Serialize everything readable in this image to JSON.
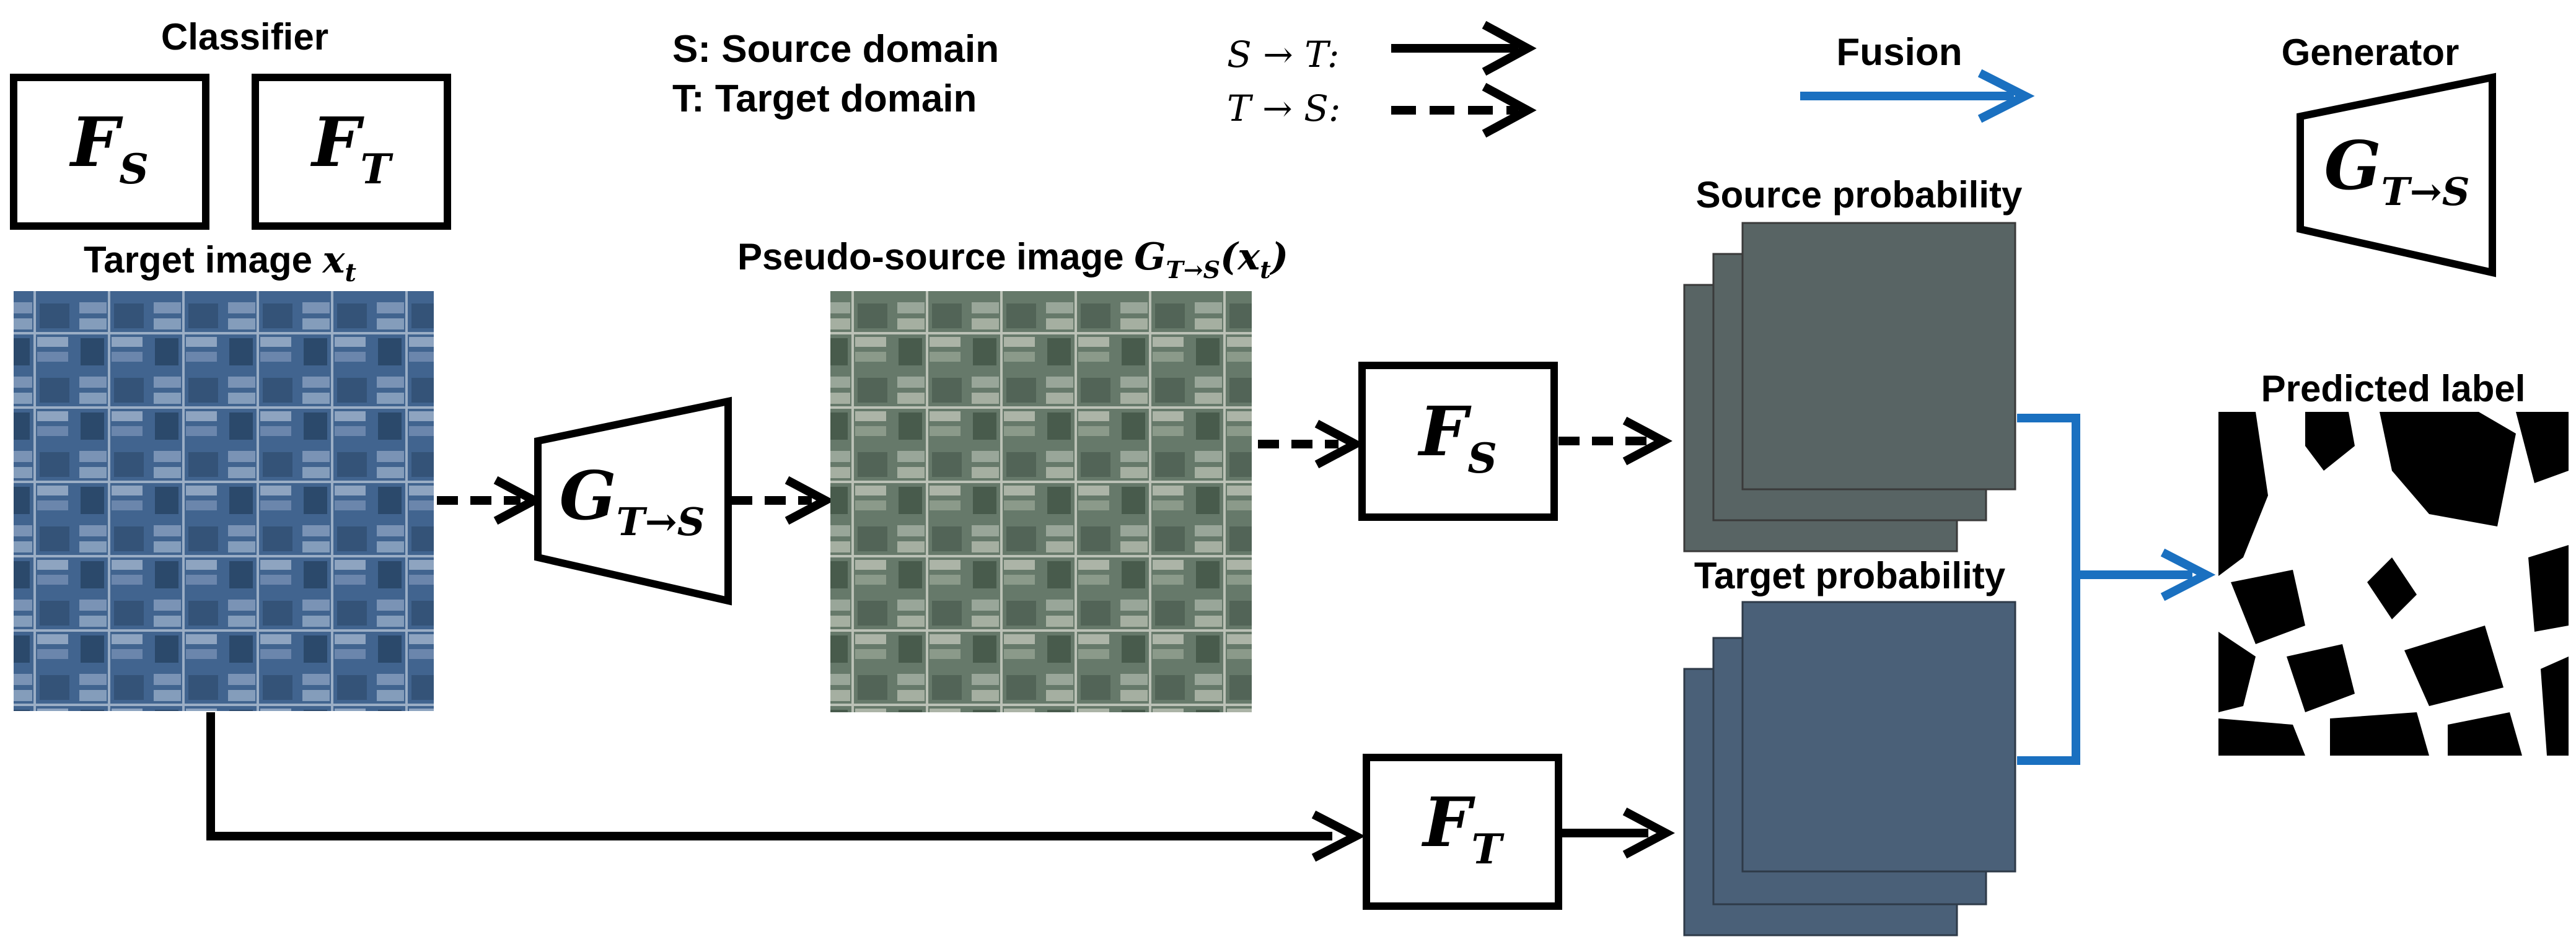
{
  "legend": {
    "classifier_title": "Classifier",
    "classifier_boxes": [
      {
        "base": "F",
        "sub": "S"
      },
      {
        "base": "F",
        "sub": "T"
      }
    ],
    "domain_lines": [
      "S: Source domain",
      "T: Target domain"
    ],
    "arrow_s_to_t": "S → T:",
    "arrow_t_to_s": "T → S:",
    "fusion_label": "Fusion",
    "generator_title": "Generator",
    "generator_symbol": {
      "base": "G",
      "sub": "T→S"
    }
  },
  "colors": {
    "fusion_arrow": "#1a70c0",
    "source_probability": "#586464",
    "target_probability": "#4a6078",
    "arrow": "#000000"
  },
  "pipeline": {
    "target_image_label": "Target image ",
    "target_image_symbol": {
      "base": "x",
      "sub": "t"
    },
    "pseudo_source_label": "Pseudo-source image ",
    "pseudo_source_symbol": {
      "base": "G",
      "sub": "T→S",
      "arg": "(x",
      "arg_sub": "t",
      "close": ")"
    },
    "generator_block": {
      "base": "G",
      "sub": "T→S"
    },
    "source_classifier": {
      "base": "F",
      "sub": "S"
    },
    "target_classifier": {
      "base": "F",
      "sub": "T"
    },
    "source_probability_label": "Source probability",
    "target_probability_label": "Target probability",
    "predicted_label_title": "Predicted label"
  }
}
